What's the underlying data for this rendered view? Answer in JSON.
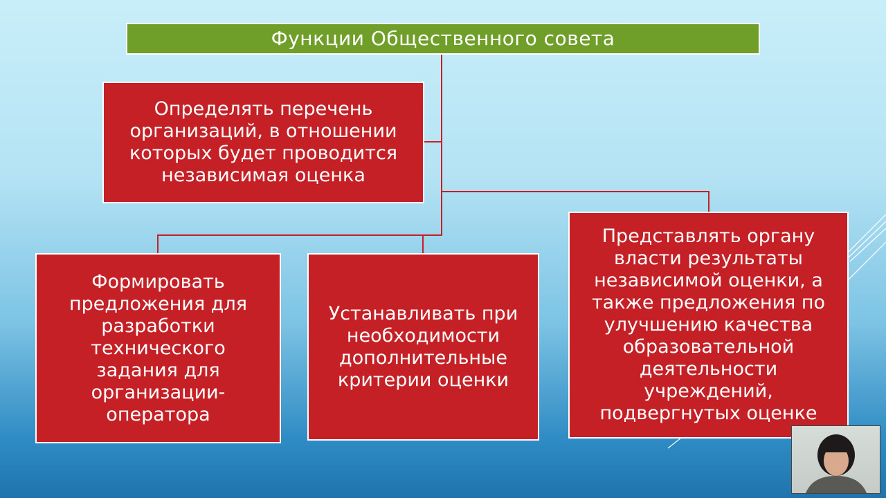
{
  "title": "Функции Общественного совета",
  "functions": [
    "Определять перечень организаций, в отношении которых будет проводится независимая оценка",
    "Формировать предложения для разработки технического задания для организации-оператора",
    "Устанавливать при необходимости дополнительные критерии оценки",
    "Представлять органу власти результаты независимой оценки, а также предложения по улучшению качества образовательной деятельности учреждений, подвергнутых оценке"
  ],
  "colors": {
    "title_bg": "#6f9f29",
    "box_bg": "#c42026"
  }
}
